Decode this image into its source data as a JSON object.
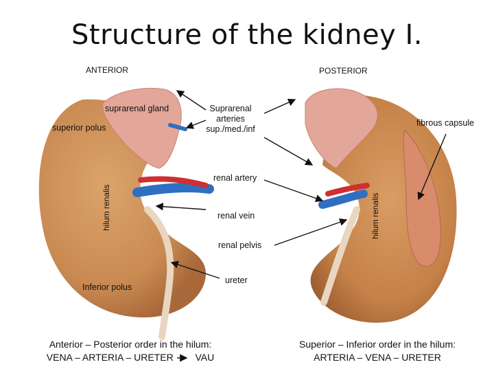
{
  "title": "Structure of the kidney I.",
  "views": {
    "anterior": "ANTERIOR",
    "posterior": "POSTERIOR"
  },
  "labels": {
    "suprarenal_gland": "suprarenal gland",
    "superior_polus": "superior polus",
    "hilum_renalis_left": "hilum renalis",
    "suprarenal_arteries": [
      "Suprarenal",
      "arteries",
      "sup./med./inf"
    ],
    "fibrous_capsule": "fibrous capsule",
    "renal_artery": "renal artery",
    "hilum_renalis_right": "hilum renalis",
    "renal_vein": "renal vein",
    "renal_pelvis": "renal pelvis",
    "ureter": "ureter",
    "inferior_polus": "Inferior polus"
  },
  "notes": {
    "anterior": {
      "line1": "Anterior – Posterior order in the hilum:",
      "line2": "VENA – ARTERIA – URETER",
      "suffix": "VAU"
    },
    "superior": {
      "line1": "Superior – Inferior order in the hilum:",
      "line2": "ARTERIA – VENA – URETER"
    }
  },
  "colors": {
    "kidney": "#c98a52",
    "kidney_dark": "#a9683a",
    "gland": "#e3a79a",
    "artery": "#cf2f30",
    "vein": "#2f6fc2",
    "ureter": "#e9d6c0",
    "capsule": "#d98c6c"
  }
}
